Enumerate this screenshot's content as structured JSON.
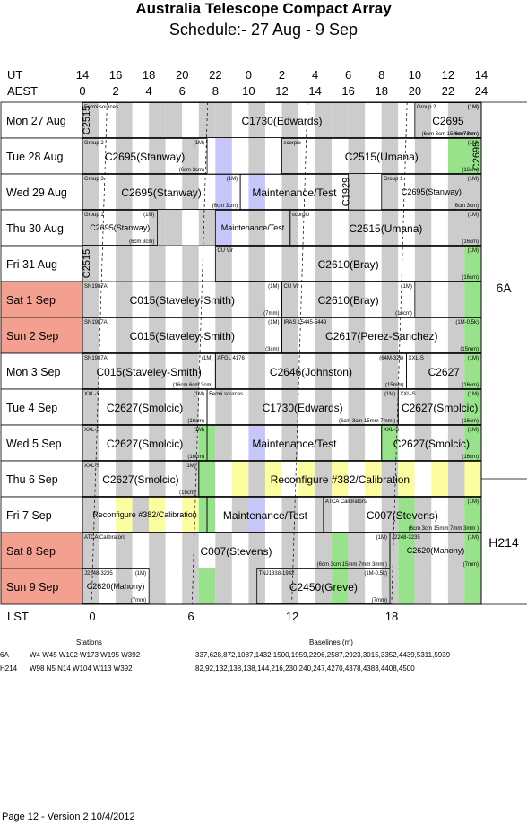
{
  "header": {
    "title": "Australia Telescope Compact Array",
    "subtitle": "Schedule:- 27 Aug - 9  Sep"
  },
  "axes": {
    "ut_label": "UT",
    "aest_label": "AEST",
    "lst_label": "LST",
    "ut_ticks": [
      "14",
      "16",
      "18",
      "20",
      "22",
      "0",
      "2",
      "4",
      "6",
      "8",
      "10",
      "12",
      "14"
    ],
    "aest_ticks": [
      "0",
      "2",
      "4",
      "6",
      "8",
      "10",
      "12",
      "14",
      "16",
      "18",
      "20",
      "22",
      "24"
    ],
    "lst_ticks": [
      "0",
      "6",
      "12",
      "18"
    ]
  },
  "colors": {
    "weekend": "#f4a090",
    "grey_band": "#cccccc",
    "green_band": "#99e28c",
    "lavender_band": "#c6c6f8",
    "yellow_band": "#fcfca0"
  },
  "days": [
    {
      "label": "Mon  27 Aug",
      "weekend": false,
      "bands": [
        "G",
        "W",
        "G",
        "W",
        "G",
        "G",
        "W",
        "G",
        "G",
        "W",
        "G",
        "W",
        "G",
        "W",
        "G",
        "G",
        "G",
        "W",
        "G",
        "W",
        "G",
        "W",
        "G",
        "G"
      ],
      "blocks": [
        {
          "from": 0,
          "to": 24,
          "name": "C1730(Edwards)",
          "size": 12,
          "tl": "Fermi sources",
          "br": "(6cm 3cm 15mm 7mm )",
          "tr": "(1M)"
        },
        {
          "from": 20,
          "to": 24,
          "name": "C2695",
          "size": 12,
          "tl": "Group 2",
          "tr": "(1M)",
          "br": "(6cm 3cm)"
        }
      ]
    },
    {
      "label": "Tue  28 Aug",
      "weekend": false,
      "bands": [
        "G",
        "W",
        "G",
        "W",
        "G",
        "W",
        "G",
        "W",
        "L",
        "W",
        "G",
        "W",
        "G",
        "W",
        "G",
        "W",
        "G",
        "W",
        "G",
        "W",
        "G",
        "W",
        "N",
        "N"
      ],
      "blocks": [
        {
          "from": 0,
          "to": 7.5,
          "name": "C2695(Stanway)",
          "size": 12,
          "tl": "Group 2",
          "tr": "(1M)",
          "br": "(6cm 3cm)"
        },
        {
          "from": 12,
          "to": 24,
          "name": "C2515(Umana)",
          "size": 12,
          "tl": "scorpio",
          "tr": "(1M)",
          "br": "(16cm)"
        }
      ]
    },
    {
      "label": "Wed  29 Aug",
      "weekend": false,
      "bands": [
        "G",
        "W",
        "G",
        "W",
        "G",
        "W",
        "G",
        "W",
        "L",
        "W",
        "L",
        "W",
        "G",
        "W",
        "G",
        "W",
        "G",
        "W",
        "G",
        "W",
        "G",
        "W",
        "G",
        "G"
      ],
      "blocks": [
        {
          "from": 0,
          "to": 9.5,
          "name": "C2695(Stanway)",
          "size": 12,
          "tl": "Group 3",
          "tr": "(1M)",
          "br": "(6cm 3cm)"
        },
        {
          "from": 9.5,
          "to": 16,
          "name": "Maintenance/Test",
          "size": 12
        },
        {
          "from": 18,
          "to": 24,
          "name": "C2695(Stanway)",
          "size": 9,
          "tl": "Group 1",
          "tr": "(1M)",
          "br": "(6cm 3cm)"
        }
      ]
    },
    {
      "label": "Thu  30 Aug",
      "weekend": false,
      "bands": [
        "G",
        "W",
        "G",
        "W",
        "G",
        "G",
        "W",
        "G",
        "L",
        "W",
        "G",
        "W",
        "G",
        "W",
        "G",
        "W",
        "G",
        "W",
        "G",
        "W",
        "G",
        "W",
        "G",
        "G"
      ],
      "blocks": [
        {
          "from": 0,
          "to": 4.5,
          "name": "C2695(Stanway)",
          "size": 9,
          "tl": "Group 1",
          "tr": "(1M)",
          "br": "(6cm 3cm)"
        },
        {
          "from": 8,
          "to": 12.5,
          "name": "Maintenance/Test",
          "size": 9
        },
        {
          "from": 12.5,
          "to": 24,
          "name": "C2515(Umana)",
          "size": 12,
          "tl": "scorpio",
          "tr": "(1M)",
          "br": "(16cm)"
        }
      ]
    },
    {
      "label": "Fri   31 Aug",
      "weekend": false,
      "bands": [
        "G",
        "W",
        "G",
        "W",
        "G",
        "W",
        "G",
        "W",
        "G",
        "W",
        "G",
        "W",
        "G",
        "W",
        "G",
        "W",
        "G",
        "W",
        "G",
        "W",
        "G",
        "W",
        "G",
        "N"
      ],
      "blocks": [
        {
          "from": 8,
          "to": 24,
          "name": "C2610(Bray)",
          "size": 12,
          "tl": "CU Vir",
          "tr": "(1M)",
          "br": "(16cm)"
        }
      ]
    },
    {
      "label": "Sat   1 Sep",
      "weekend": true,
      "bands": [
        "G",
        "W",
        "G",
        "W",
        "G",
        "W",
        "G",
        "W",
        "G",
        "W",
        "G",
        "W",
        "G",
        "W",
        "G",
        "W",
        "G",
        "W",
        "G",
        "W",
        "G",
        "W",
        "G",
        "N"
      ],
      "blocks": [
        {
          "from": 0,
          "to": 12,
          "name": "C015(Staveley-Smith)",
          "size": 12,
          "tl": "SN1987A",
          "tr": "(1M)",
          "br": "(7mm)"
        },
        {
          "from": 12,
          "to": 20,
          "name": "C2610(Bray)",
          "size": 12,
          "tl": "CU Vir",
          "tr": "(1M)",
          "br": "(16cm)"
        }
      ]
    },
    {
      "label": "Sun   2 Sep",
      "weekend": true,
      "bands": [
        "G",
        "W",
        "G",
        "W",
        "G",
        "W",
        "G",
        "W",
        "G",
        "W",
        "G",
        "W",
        "G",
        "W",
        "G",
        "W",
        "G",
        "W",
        "G",
        "W",
        "G",
        "W",
        "G",
        "N"
      ],
      "blocks": [
        {
          "from": 0,
          "to": 12,
          "name": "C015(Staveley-Smith)",
          "size": 12,
          "tl": "SN1987A",
          "tr": "(1M)",
          "br": "(3cm)"
        },
        {
          "from": 12,
          "to": 24,
          "name": "C2617(Perez-Sanchez)",
          "size": 12,
          "tl": "IRAS 15445-5449",
          "tr": "(1M-0.5k)",
          "br": "(15mm)"
        }
      ]
    },
    {
      "label": "Mon   3 Sep",
      "weekend": false,
      "bands": [
        "G",
        "W",
        "G",
        "W",
        "G",
        "W",
        "G",
        "W",
        "G",
        "W",
        "G",
        "W",
        "G",
        "W",
        "G",
        "W",
        "G",
        "W",
        "G",
        "W",
        "G",
        "W",
        "G",
        "N"
      ],
      "blocks": [
        {
          "from": 0,
          "to": 8,
          "name": "C015(Staveley-Smith)",
          "size": 12,
          "tl": "SN1987A",
          "tr": "(1M)",
          "br": "(16cm 6cm 3cm)"
        },
        {
          "from": 8,
          "to": 19.5,
          "name": "C2646(Johnston)",
          "size": 12,
          "tl": "AFGL 4176",
          "tr": "(64M-32k)",
          "br": "(15mm)"
        },
        {
          "from": 19.5,
          "to": 24,
          "name": "C2627",
          "size": 12,
          "tl": "XXL-S",
          "tr": "(1M)",
          "br": "(16cm)"
        }
      ]
    },
    {
      "label": "Tue   4 Sep",
      "weekend": false,
      "bands": [
        "G",
        "W",
        "G",
        "W",
        "G",
        "W",
        "G",
        "W",
        "G",
        "W",
        "G",
        "W",
        "G",
        "W",
        "G",
        "W",
        "G",
        "W",
        "G",
        "W",
        "G",
        "W",
        "G",
        "N"
      ],
      "blocks": [
        {
          "from": 0,
          "to": 7.5,
          "name": "C2627(Smolcic)",
          "size": 12,
          "tl": "XXL-S",
          "tr": "(1M)",
          "br": "(16cm)"
        },
        {
          "from": 7.5,
          "to": 19,
          "name": "C1730(Edwards)",
          "size": 12,
          "tl": "Fermi sources",
          "tr": "(1M)",
          "br": "(6cm 3cm 15mm 7mm )"
        },
        {
          "from": 19,
          "to": 24,
          "name": "C2627(Smolcic)",
          "size": 12,
          "tl": "XXL-S",
          "tr": "(1M)",
          "br": "(16cm)"
        }
      ]
    },
    {
      "label": "Wed   5 Sep",
      "weekend": false,
      "bands": [
        "G",
        "W",
        "G",
        "W",
        "G",
        "W",
        "G",
        "N",
        "G",
        "W",
        "L",
        "W",
        "G",
        "W",
        "G",
        "W",
        "G",
        "W",
        "N",
        "W",
        "G",
        "W",
        "G",
        "N"
      ],
      "blocks": [
        {
          "from": 0,
          "to": 7.5,
          "name": "C2627(Smolcic)",
          "size": 12,
          "tl": "XXL-S",
          "tr": "(1M)",
          "br": "(16cm)"
        },
        {
          "from": 7.5,
          "to": 18,
          "name": "Maintenance/Test",
          "size": 12
        },
        {
          "from": 18,
          "to": 24,
          "name": "C2627(Smolcic)",
          "size": 12,
          "tl": "XXL-S",
          "tr": "(1M)",
          "br": "(16cm)"
        }
      ]
    },
    {
      "label": "Thu   6 Sep",
      "weekend": false,
      "bands": [
        "G",
        "W",
        "G",
        "W",
        "G",
        "W",
        "G",
        "N",
        "W",
        "Y",
        "G",
        "Y",
        "W",
        "Y",
        "G",
        "Y",
        "W",
        "Y",
        "G",
        "Y",
        "W",
        "Y",
        "G",
        "Y"
      ],
      "blocks": [
        {
          "from": 0,
          "to": 7,
          "name": "C2627(Smolcic)",
          "size": 12,
          "tl": "XXL-S",
          "tr": "(1M)",
          "br": "(16cm)"
        },
        {
          "from": 7,
          "to": 24,
          "name": "Reconfigure #382/Calibration",
          "size": 12
        }
      ]
    },
    {
      "label": "Fri    7 Sep",
      "weekend": false,
      "bands": [
        "G",
        "W",
        "Y",
        "G",
        "Y",
        "W",
        "Y",
        "N",
        "W",
        "G",
        "L",
        "W",
        "G",
        "W",
        "G",
        "W",
        "G",
        "W",
        "G",
        "N",
        "G",
        "W",
        "G",
        "N"
      ],
      "blocks": [
        {
          "from": 0,
          "to": 7.5,
          "name": "Reconfigure #382/Calibration",
          "size": 9
        },
        {
          "from": 7.5,
          "to": 14.5,
          "name": "Maintenance/Test",
          "size": 12
        },
        {
          "from": 14.5,
          "to": 24,
          "name": "C007(Stevens)",
          "size": 12,
          "tl": "ATCA Calibrators",
          "tr": "(1M)",
          "br": "(6cm 3cm 15mm 7mm 3mm )"
        }
      ]
    },
    {
      "label": "Sat   8 Sep",
      "weekend": true,
      "bands": [
        "G",
        "W",
        "G",
        "W",
        "G",
        "W",
        "G",
        "W",
        "G",
        "W",
        "G",
        "W",
        "G",
        "W",
        "G",
        "N",
        "G",
        "W",
        "G",
        "N",
        "G",
        "W",
        "G",
        "N"
      ],
      "blocks": [
        {
          "from": 0,
          "to": 18.5,
          "name": "C007(Stevens)",
          "size": 12,
          "tl": "ATCA Calibrators",
          "tr": "(1M)",
          "br": "(6cm 3cm 15mm 7mm 3mm )"
        },
        {
          "from": 18.5,
          "to": 24,
          "name": "C2620(Mahony)",
          "size": 9,
          "tl": "J2248-3235",
          "tr": "(1M)",
          "br": "(7mm)"
        }
      ]
    },
    {
      "label": "Sun   9 Sep",
      "weekend": true,
      "bands": [
        "G",
        "W",
        "G",
        "W",
        "G",
        "W",
        "G",
        "N",
        "G",
        "W",
        "G",
        "W",
        "G",
        "W",
        "G",
        "N",
        "G",
        "W",
        "G",
        "N",
        "G",
        "W",
        "G",
        "N"
      ],
      "blocks": [
        {
          "from": 0,
          "to": 4,
          "name": "C2620(Mahony)",
          "size": 9,
          "tl": "J2248-3235",
          "tr": "(1M)",
          "br": "(7mm)"
        },
        {
          "from": 10.5,
          "to": 18.5,
          "name": "C2450(Greve)",
          "size": 12,
          "tl": "TNJ1338-1942",
          "tr": "(1M-0.5k)",
          "br": "(7mm)"
        }
      ]
    }
  ],
  "vertical_labels": [
    {
      "text": "C2515",
      "row": 0
    },
    {
      "text": "C2515",
      "row": 4
    },
    {
      "text": "C1929",
      "row": 2
    },
    {
      "text": "C2695",
      "row": 1
    }
  ],
  "configs": [
    {
      "label": "6A"
    },
    {
      "label": "H214"
    }
  ],
  "stations_table": {
    "stations_head": "Stations",
    "baselines_head": "Baselines (m)",
    "rows": [
      {
        "config": "6A",
        "stations": "W4 W45 W102 W173 W195 W392",
        "baselines": "337,628,872,1087,1432,1500,1959,2296,2587,2923,3015,3352,4439,5311,5939"
      },
      {
        "config": "H214",
        "stations": "W98 N5 N14 W104 W113 W392",
        "baselines": "82,92,132,138,138,144,216,230,240,247,4270,4378,4383,4408,4500"
      }
    ]
  },
  "footer": "Page 12 - Version 2  10/4/2012"
}
